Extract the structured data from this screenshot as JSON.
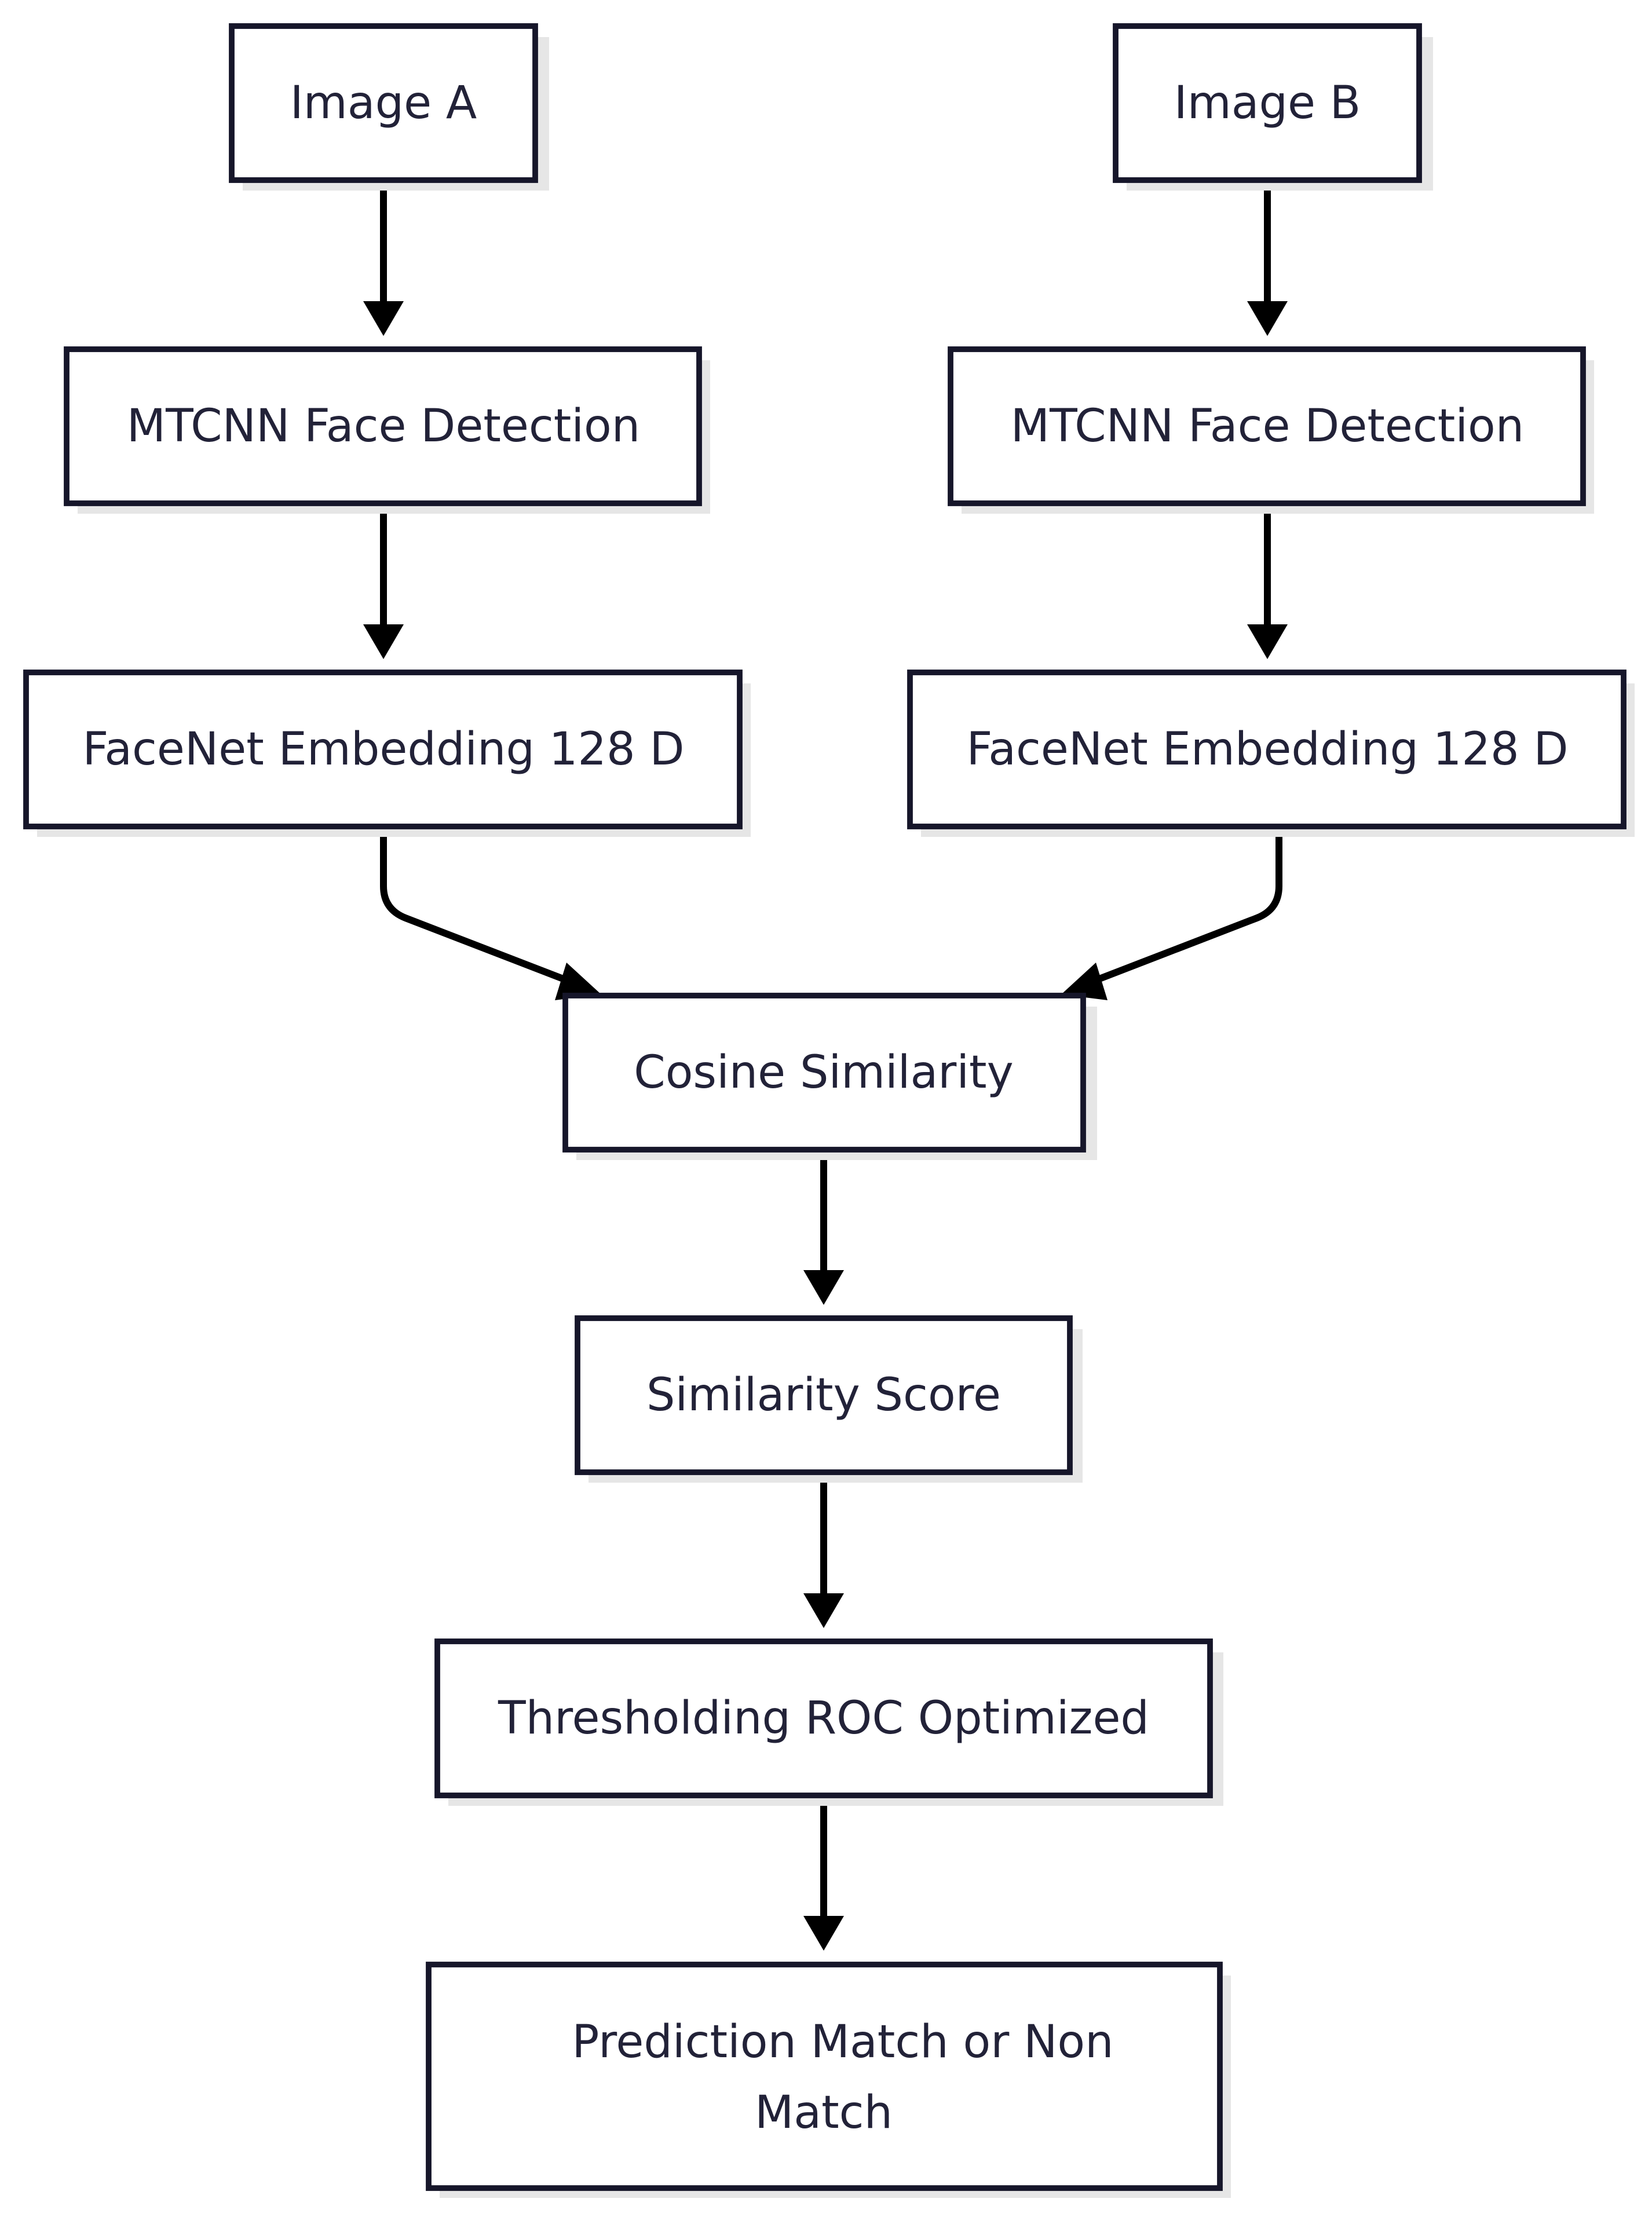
{
  "colors": {
    "background": "#ffffff",
    "node_fill": "#ffffff",
    "node_stroke": "#16162a",
    "node_shadow": "#e6e6e6",
    "text": "#222238",
    "edge": "#000000"
  },
  "nodes": {
    "image_a": {
      "label": "Image A"
    },
    "image_b": {
      "label": "Image B"
    },
    "mtcnn_a": {
      "label": "MTCNN Face Detection"
    },
    "mtcnn_b": {
      "label": "MTCNN Face Detection"
    },
    "facenet_a": {
      "label": "FaceNet Embedding 128 D"
    },
    "facenet_b": {
      "label": "FaceNet Embedding 128 D"
    },
    "cosine": {
      "label": "Cosine Similarity"
    },
    "score": {
      "label": "Similarity Score"
    },
    "threshold": {
      "label": "Thresholding ROC Optimized"
    },
    "prediction": {
      "label_lines": [
        "Prediction Match or Non",
        "Match"
      ]
    }
  },
  "edges": [
    {
      "from": "image_a",
      "to": "mtcnn_a"
    },
    {
      "from": "image_b",
      "to": "mtcnn_b"
    },
    {
      "from": "mtcnn_a",
      "to": "facenet_a"
    },
    {
      "from": "mtcnn_b",
      "to": "facenet_b"
    },
    {
      "from": "facenet_a",
      "to": "cosine"
    },
    {
      "from": "facenet_b",
      "to": "cosine"
    },
    {
      "from": "cosine",
      "to": "score"
    },
    {
      "from": "score",
      "to": "threshold"
    },
    {
      "from": "threshold",
      "to": "prediction"
    }
  ]
}
